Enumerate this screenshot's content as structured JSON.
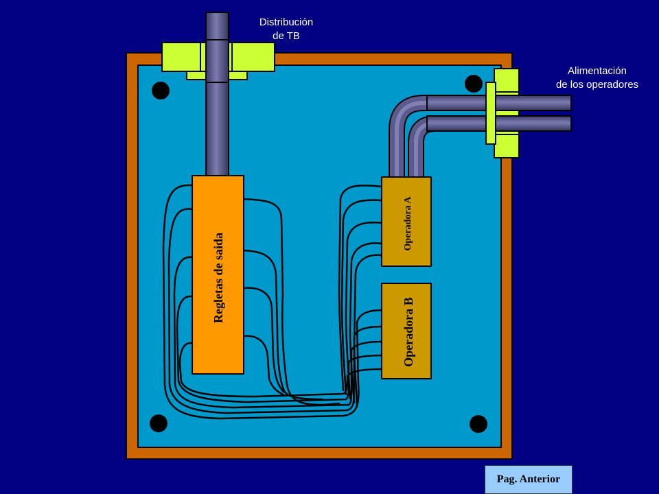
{
  "labels": {
    "distribution_line1": "Distribución",
    "distribution_line2": "de TB",
    "power_line1": "Alimentación",
    "power_line2": "de los operadores"
  },
  "blocks": {
    "output_strips": "Regletas de saida",
    "operator_a": "Operadora A",
    "operator_b": "Operadora B"
  },
  "nav": {
    "previous_page": "Pag. Anterior"
  },
  "colors": {
    "background": "#000080",
    "box_frame": "#cc6600",
    "box_panel": "#0099cc",
    "strip": "#ff9900",
    "operator": "#cc9900",
    "pipe": "#5a5a8c",
    "fitting": "#ccff33"
  }
}
